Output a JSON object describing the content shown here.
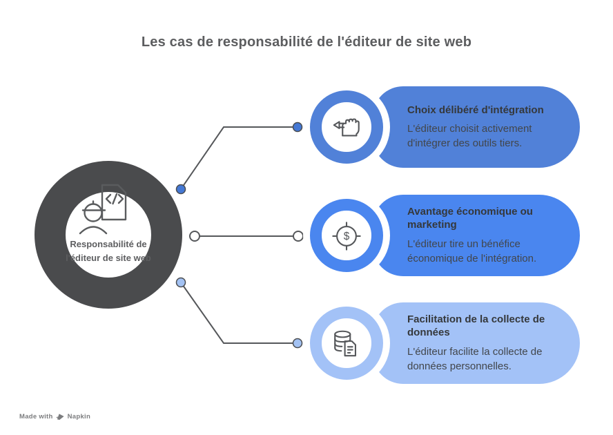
{
  "title": "Les cas de responsabilité de l'éditeur de site web",
  "central_node": {
    "label": "Responsabilité de\nl'éditeur de site web",
    "icon": "developer-code-document-icon",
    "ring_color": "#4a4b4d"
  },
  "branches": [
    {
      "title": "Choix délibéré d'intégration",
      "body": "L'éditeur choisit activement\nd'intégrer des outils tiers.",
      "icon": "grab-hand-icon",
      "card_color": "#5181d8",
      "ring_color": "#5181d8",
      "dot_color": "#4478d4",
      "dot_style": "filled"
    },
    {
      "title": "Avantage économique ou\nmarketing",
      "body": "L'éditeur tire un bénéfice\néconomique de l'intégration.",
      "icon": "dollar-target-icon",
      "icon_glyph": "$",
      "card_color": "#4a86ef",
      "ring_color": "#4a86ef",
      "dot_color": "#ffffff",
      "dot_style": "hollow"
    },
    {
      "title": "Facilitation de la collecte de\ndonnées",
      "body": "L'éditeur facilite la collecte de\ndonnées personnelles.",
      "icon": "database-document-icon",
      "card_color": "#a3c2f7",
      "ring_color": "#a3c2f7",
      "dot_color": "#a3c2f3",
      "dot_style": "filled"
    }
  ],
  "footer": {
    "made_with_label": "Made with",
    "brand_label": "Napkin",
    "logo_icon": "napkin-pen-nib-icon"
  },
  "colors": {
    "background": "#ffffff",
    "title_text": "#5c5d5f",
    "connector_line": "#55575a",
    "central_ring": "#4a4b4d",
    "central_label_text": "#5d5e60",
    "card_title_text": "#35383b",
    "card_body_text": "#42464b",
    "icon_stroke": "#55575a",
    "footer_text": "#7b7c7e"
  }
}
